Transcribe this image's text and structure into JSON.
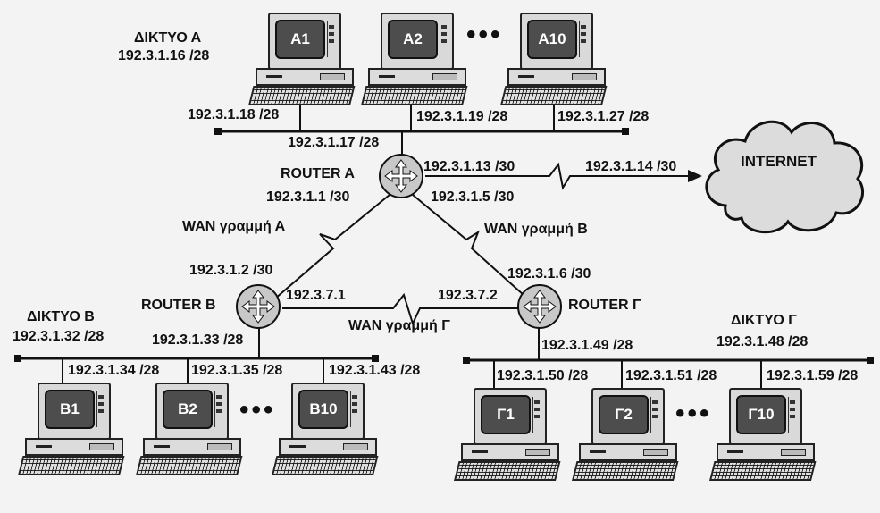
{
  "networks": {
    "a": {
      "name": "ΔΙΚΤΥΟ Α",
      "subnet": "192.3.1.16 /28"
    },
    "b": {
      "name": "ΔΙΚΤΥΟ Β",
      "subnet": "192.3.1.32 /28"
    },
    "g": {
      "name": "ΔΙΚΤΥΟ Γ",
      "subnet": "192.3.1.48 /28"
    }
  },
  "computers": {
    "a1": "A1",
    "a2": "A2",
    "a10": "A10",
    "b1": "B1",
    "b2": "B2",
    "b10": "B10",
    "g1": "Γ1",
    "g2": "Γ2",
    "g10": "Γ10"
  },
  "ellipsis": "•••",
  "routers": {
    "a": "ROUTER A",
    "b": "ROUTER B",
    "g": "ROUTER Γ"
  },
  "wan": {
    "a": "WAN γραμμή Α",
    "b": "WAN γραμμή Β",
    "g": "WAN γραμμή Γ"
  },
  "internet": "INTERNET",
  "addresses": {
    "a_host1": "192.3.1.18 /28",
    "a_host2": "192.3.1.19 /28",
    "a_host10": "192.3.1.27 /28",
    "a_lan": "192.3.1.17 /28",
    "a_inet": "192.3.1.13 /30",
    "inet_side": "192.3.1.14 /30",
    "a_wan_a": "192.3.1.1 /30",
    "a_wan_b": "192.3.1.5 /30",
    "b_wan_a": "192.3.1.2 /30",
    "g_wan_b": "192.3.1.6 /30",
    "b_wan_g": "192.3.7.1",
    "g_wan_g": "192.3.7.2",
    "b_lan": "192.3.1.33 /28",
    "b_host1": "192.3.1.34 /28",
    "b_host2": "192.3.1.35 /28",
    "b_host10": "192.3.1.43 /28",
    "g_lan": "192.3.1.49 /28",
    "g_host1": "192.3.1.50 /28",
    "g_host2": "192.3.1.51 /28",
    "g_host10": "192.3.1.59 /28"
  }
}
